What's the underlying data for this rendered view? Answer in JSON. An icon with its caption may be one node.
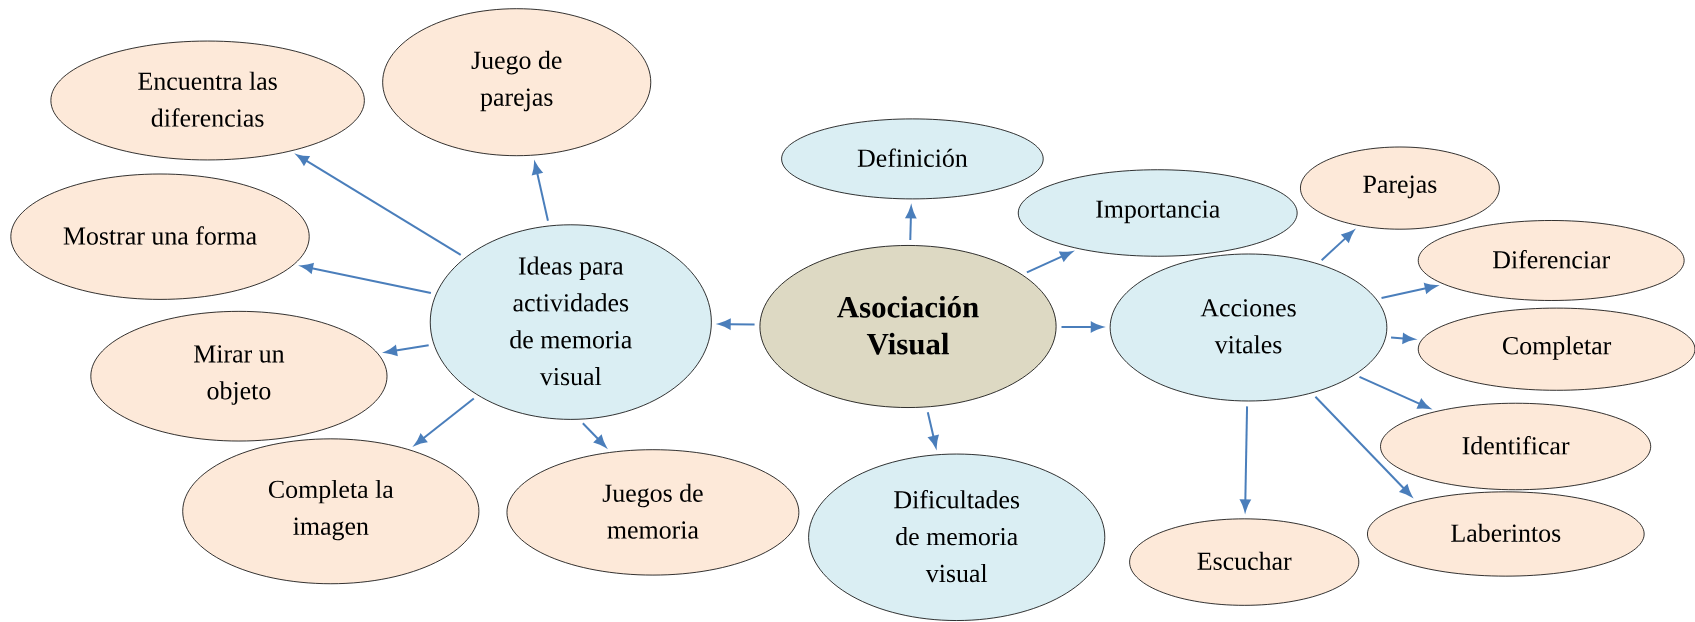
{
  "diagram": {
    "nodes": [
      {
        "text": [
          "Asociación Visual"
        ]
      },
      {
        "text": [
          "Ideas para actividades de memoria visual"
        ]
      },
      {
        "text": [
          "Encuentra las diferencias"
        ]
      },
      {
        "text": [
          "Juego de parejas"
        ]
      },
      {
        "text": [
          "Mostrar una forma"
        ]
      },
      {
        "text": [
          "Mirar un objeto"
        ]
      },
      {
        "text": [
          "Completa la imagen"
        ]
      },
      {
        "text": [
          "Juegos de memoria"
        ]
      },
      {
        "text": [
          "Definición"
        ]
      },
      {
        "text": [
          "Importancia"
        ]
      },
      {
        "text": [
          "Dificultades de memoria visual"
        ]
      },
      {
        "text": [
          "Acciones vitales"
        ]
      },
      {
        "text": [
          "Parejas"
        ]
      },
      {
        "text": [
          "Diferenciar"
        ]
      },
      {
        "text": [
          "Completar"
        ]
      },
      {
        "text": [
          "Identificar"
        ]
      },
      {
        "text": [
          "Laberintos"
        ]
      },
      {
        "text": [
          "Escuchar"
        ]
      }
    ],
    "edges": [
      {
        "from": 0,
        "to": 8,
        "arrow": "to"
      },
      {
        "from": 0,
        "to": 9,
        "arrow": "to"
      },
      {
        "from": 0,
        "to": 11,
        "arrow": "to"
      },
      {
        "from": 0,
        "to": 1,
        "arrow": "to"
      },
      {
        "from": 0,
        "to": 10,
        "arrow": "to"
      },
      {
        "from": 1,
        "to": 2,
        "arrow": "to"
      },
      {
        "from": 1,
        "to": 3,
        "arrow": "to"
      },
      {
        "from": 1,
        "to": 4,
        "arrow": "to"
      },
      {
        "from": 1,
        "to": 5,
        "arrow": "to"
      },
      {
        "from": 1,
        "to": 6,
        "arrow": "to"
      },
      {
        "from": 1,
        "to": 7,
        "arrow": "to"
      },
      {
        "from": 11,
        "to": 12,
        "arrow": "to"
      },
      {
        "from": 11,
        "to": 13,
        "arrow": "to"
      },
      {
        "from": 11,
        "to": 14,
        "arrow": "to"
      },
      {
        "from": 11,
        "to": 15,
        "arrow": "to"
      },
      {
        "from": 11,
        "to": 16,
        "arrow": "to"
      },
      {
        "from": 11,
        "to": 17,
        "arrow": "to"
      }
    ]
  }
}
